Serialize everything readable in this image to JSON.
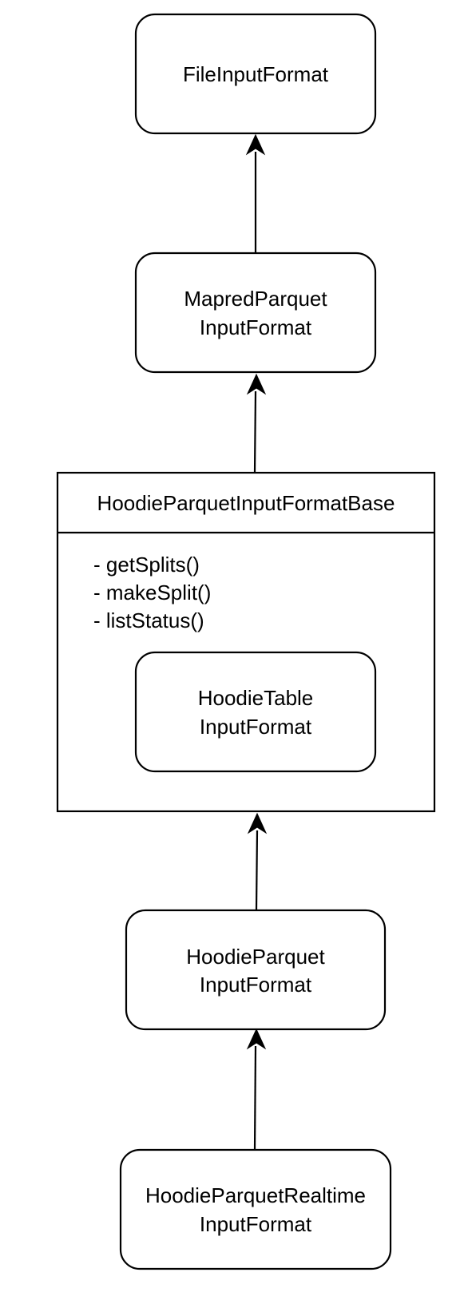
{
  "nodes": {
    "file_input_format": {
      "label": "FileInputFormat"
    },
    "mapred_parquet_input_format": {
      "line1": "MapredParquet",
      "line2": "InputFormat"
    },
    "hoodie_parquet_input_format_base": {
      "title": "HoodieParquetInputFormatBase",
      "methods": [
        "- getSplits()",
        "- makeSplit()",
        "- listStatus()"
      ],
      "inner": {
        "line1": "HoodieTable",
        "line2": "InputFormat"
      }
    },
    "hoodie_parquet_input_format": {
      "line1": "HoodieParquet",
      "line2": "InputFormat"
    },
    "hoodie_parquet_realtime_input_format": {
      "line1": "HoodieParquetRealtime",
      "line2": "InputFormat"
    }
  },
  "colors": {
    "stroke": "#000000",
    "fill": "#ffffff",
    "text": "#000000"
  }
}
